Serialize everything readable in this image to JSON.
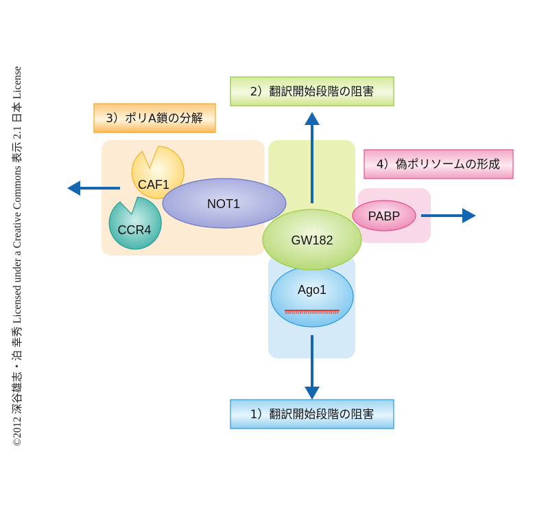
{
  "credit": "©2012 深谷雄志・泊 幸秀 Licensed under a Creative Commons 表示 2.1 日本 License",
  "labels": {
    "l1": "1）翻訳開始段階の阻害",
    "l2": "2）翻訳開始段階の阻害",
    "l3": "3）ポリA鎖の分解",
    "l4": "4）偽ポリソームの形成"
  },
  "proteins": {
    "caf1": "CAF1",
    "ccr4": "CCR4",
    "not1": "NOT1",
    "gw182": "GW182",
    "ago1": "Ago1",
    "pabp": "PABP"
  },
  "colors": {
    "arrow": "#1466b0",
    "orange_region": "#fdebd4",
    "green_region": "#eaf1b5",
    "blue_region": "#d4eaf8",
    "pink_region": "#f9d9e7",
    "mirna": "#e03a2a"
  }
}
